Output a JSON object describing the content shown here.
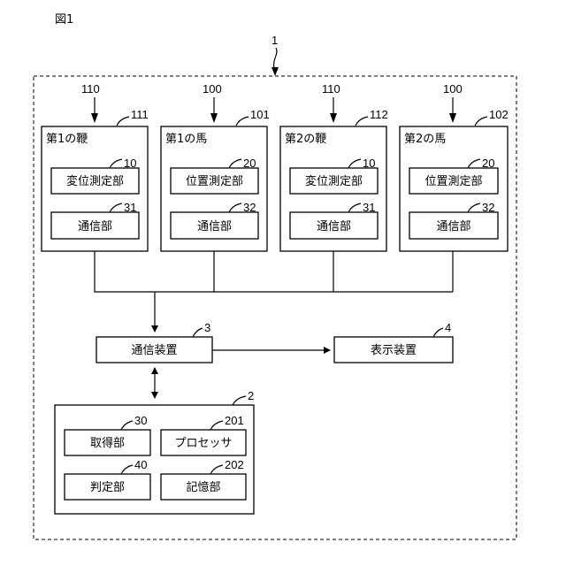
{
  "figure_label": "図1",
  "system": {
    "ref": "1"
  },
  "units": [
    {
      "name": "第1の鞭",
      "group_ref": "110",
      "ref": "111",
      "sensor": {
        "label": "変位測定部",
        "ref": "10"
      },
      "comm": {
        "label": "通信部",
        "ref": "31"
      }
    },
    {
      "name": "第1の馬",
      "group_ref": "100",
      "ref": "101",
      "sensor": {
        "label": "位置測定部",
        "ref": "20"
      },
      "comm": {
        "label": "通信部",
        "ref": "32"
      }
    },
    {
      "name": "第2の鞭",
      "group_ref": "110",
      "ref": "112",
      "sensor": {
        "label": "変位測定部",
        "ref": "10"
      },
      "comm": {
        "label": "通信部",
        "ref": "31"
      }
    },
    {
      "name": "第2の馬",
      "group_ref": "100",
      "ref": "102",
      "sensor": {
        "label": "位置測定部",
        "ref": "20"
      },
      "comm": {
        "label": "通信部",
        "ref": "32"
      }
    }
  ],
  "comm_device": {
    "label": "通信装置",
    "ref": "3"
  },
  "display_device": {
    "label": "表示装置",
    "ref": "4"
  },
  "server": {
    "ref": "2",
    "blocks": [
      {
        "label": "取得部",
        "ref": "30"
      },
      {
        "label": "プロセッサ",
        "ref": "201"
      },
      {
        "label": "判定部",
        "ref": "40"
      },
      {
        "label": "記憶部",
        "ref": "202"
      }
    ]
  }
}
